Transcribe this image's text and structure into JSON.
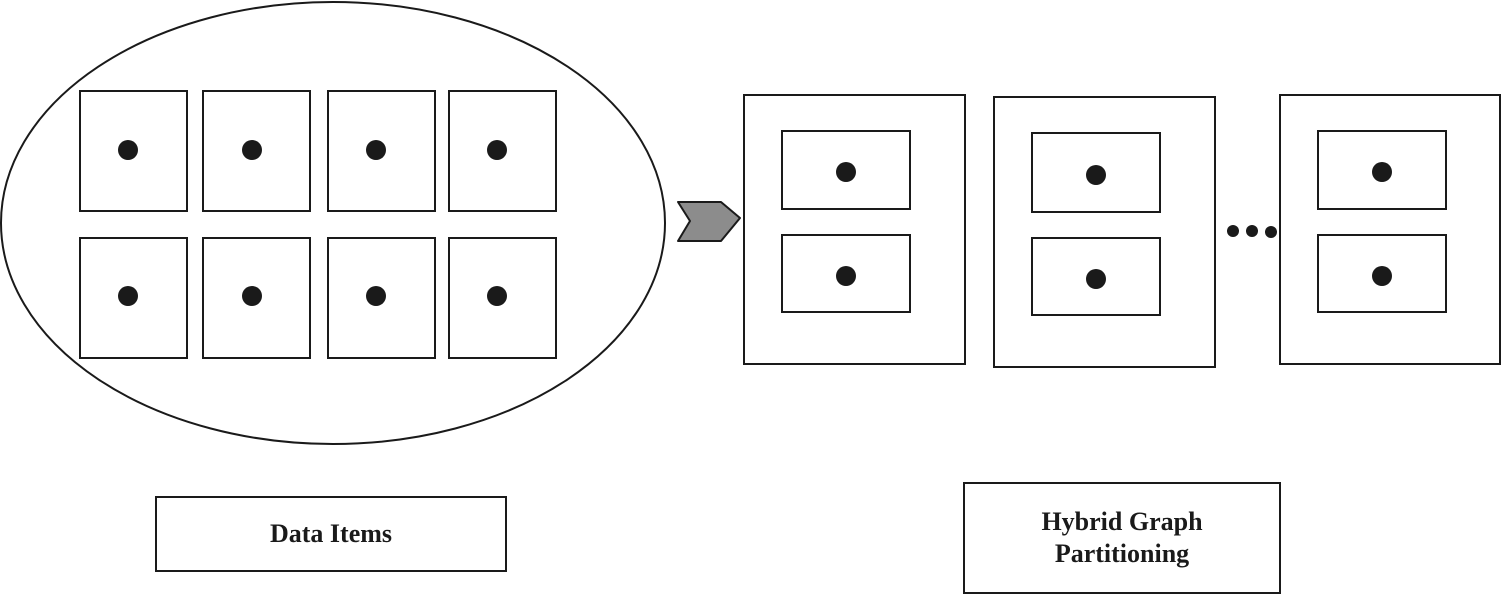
{
  "labels": {
    "data_items": "Data Items",
    "partitioning_line1": "Hybrid Graph",
    "partitioning_line2": "Partitioning"
  },
  "diagram": {
    "data_items_count": 8,
    "data_items_grid": {
      "rows": 2,
      "columns": 4
    },
    "partitions_shown": 3,
    "items_per_partition": 2,
    "continuation_marker": "ellipsis",
    "arrow_direction": "right"
  },
  "colors": {
    "stroke": "#1a1a1a",
    "dot": "#1a1a1a",
    "arrow_fill": "#8c8c8c",
    "background": "#ffffff"
  }
}
